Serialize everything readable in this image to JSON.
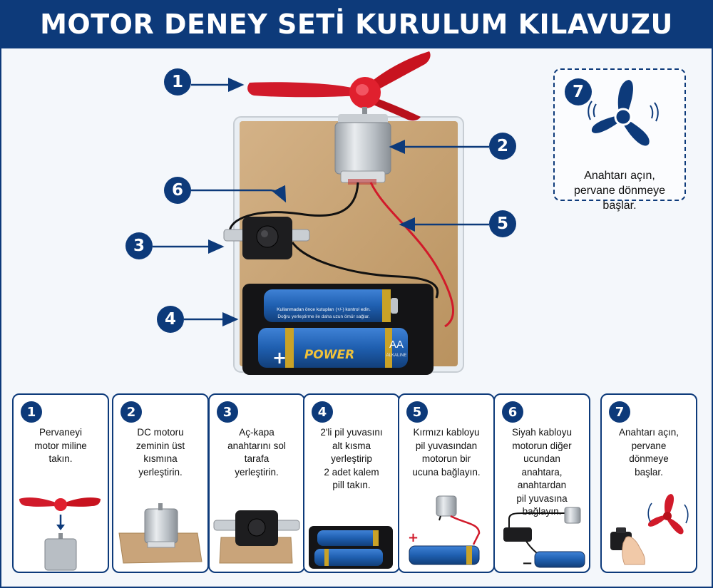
{
  "title": "MOTOR DENEY SETİ KURULUM KILAVUZU",
  "callouts": [
    "1",
    "2",
    "3",
    "4",
    "5",
    "6"
  ],
  "note": {
    "number": "7",
    "lines": [
      "Anahtarı açın,",
      "pervane dönmeye",
      "başlar."
    ]
  },
  "battery_text": {
    "label_line1": "Kullanmadan önce kutupları (+/-) kontrol edin.",
    "label_line2": "Doğru yerleştirme ile daha uzun ömür sağlar.",
    "brand": "POWER",
    "size": "AA",
    "type": "ALKALINE"
  },
  "steps": [
    {
      "number": "1",
      "lines": [
        "Pervaneyi",
        "motor miline",
        "takın."
      ]
    },
    {
      "number": "2",
      "lines": [
        "DC motoru",
        "zeminin üst",
        "kısmına",
        "yerleştirin."
      ]
    },
    {
      "number": "3",
      "lines": [
        "Aç-kapa",
        "anahtarını sol",
        "tarafa",
        "yerleştirin."
      ]
    },
    {
      "number": "4",
      "lines": [
        "2'li pil yuvasını",
        "alt kısma",
        "yerleştirip",
        "2 adet kalem",
        "pill takın."
      ]
    },
    {
      "number": "5",
      "lines": [
        "Kırmızı kabloyu",
        "pil yuvasından",
        "motorun bir",
        "ucuna bağlayın."
      ]
    },
    {
      "number": "6",
      "lines": [
        "Siyah kabloyu",
        "motorun diğer",
        "ucundan",
        "anahtara,",
        "anahtardan",
        "pil yuvasına",
        "bağlayın."
      ]
    },
    {
      "number": "7",
      "lines": [
        "Anahtarı açın,",
        "pervane",
        "dönmeye",
        "başlar."
      ]
    }
  ],
  "polarity": {
    "plus": "+",
    "minus": "−"
  },
  "colors": {
    "navy": "#0d3a7a",
    "red": "#d11a2a",
    "board": "#c9a47a",
    "battery": "#1f5fb0",
    "gold": "#c9a227"
  }
}
